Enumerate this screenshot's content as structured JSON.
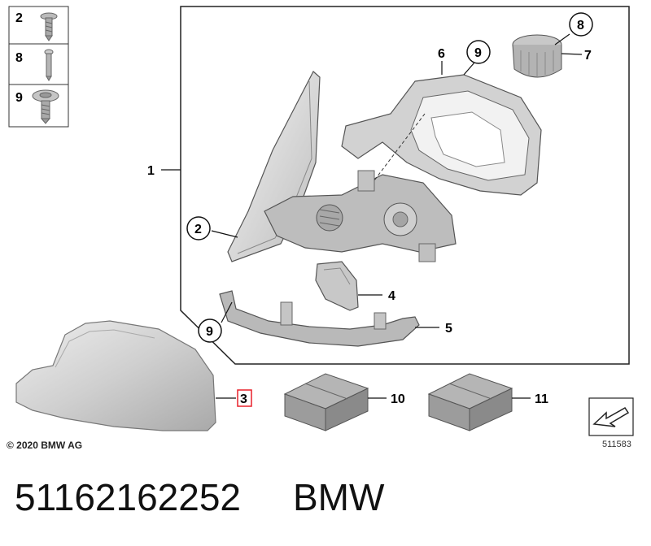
{
  "diagram": {
    "callouts": {
      "c1": "1",
      "c2": "2",
      "c3": "3",
      "c4": "4",
      "c5": "5",
      "c6": "6",
      "c7": "7",
      "c8": "8",
      "c9a": "9",
      "c9b": "9",
      "c10": "10",
      "c11": "11"
    },
    "legend": {
      "row1": "2",
      "row2": "8",
      "row3": "9"
    },
    "copyright": "© 2020 BMW AG",
    "diagram_number": "511583"
  },
  "footer": {
    "part_number": "51162162252",
    "brand": "BMW"
  },
  "colors": {
    "highlight": "#e8202a",
    "part_fill": "#c8c8c8",
    "frame": "#222222"
  }
}
